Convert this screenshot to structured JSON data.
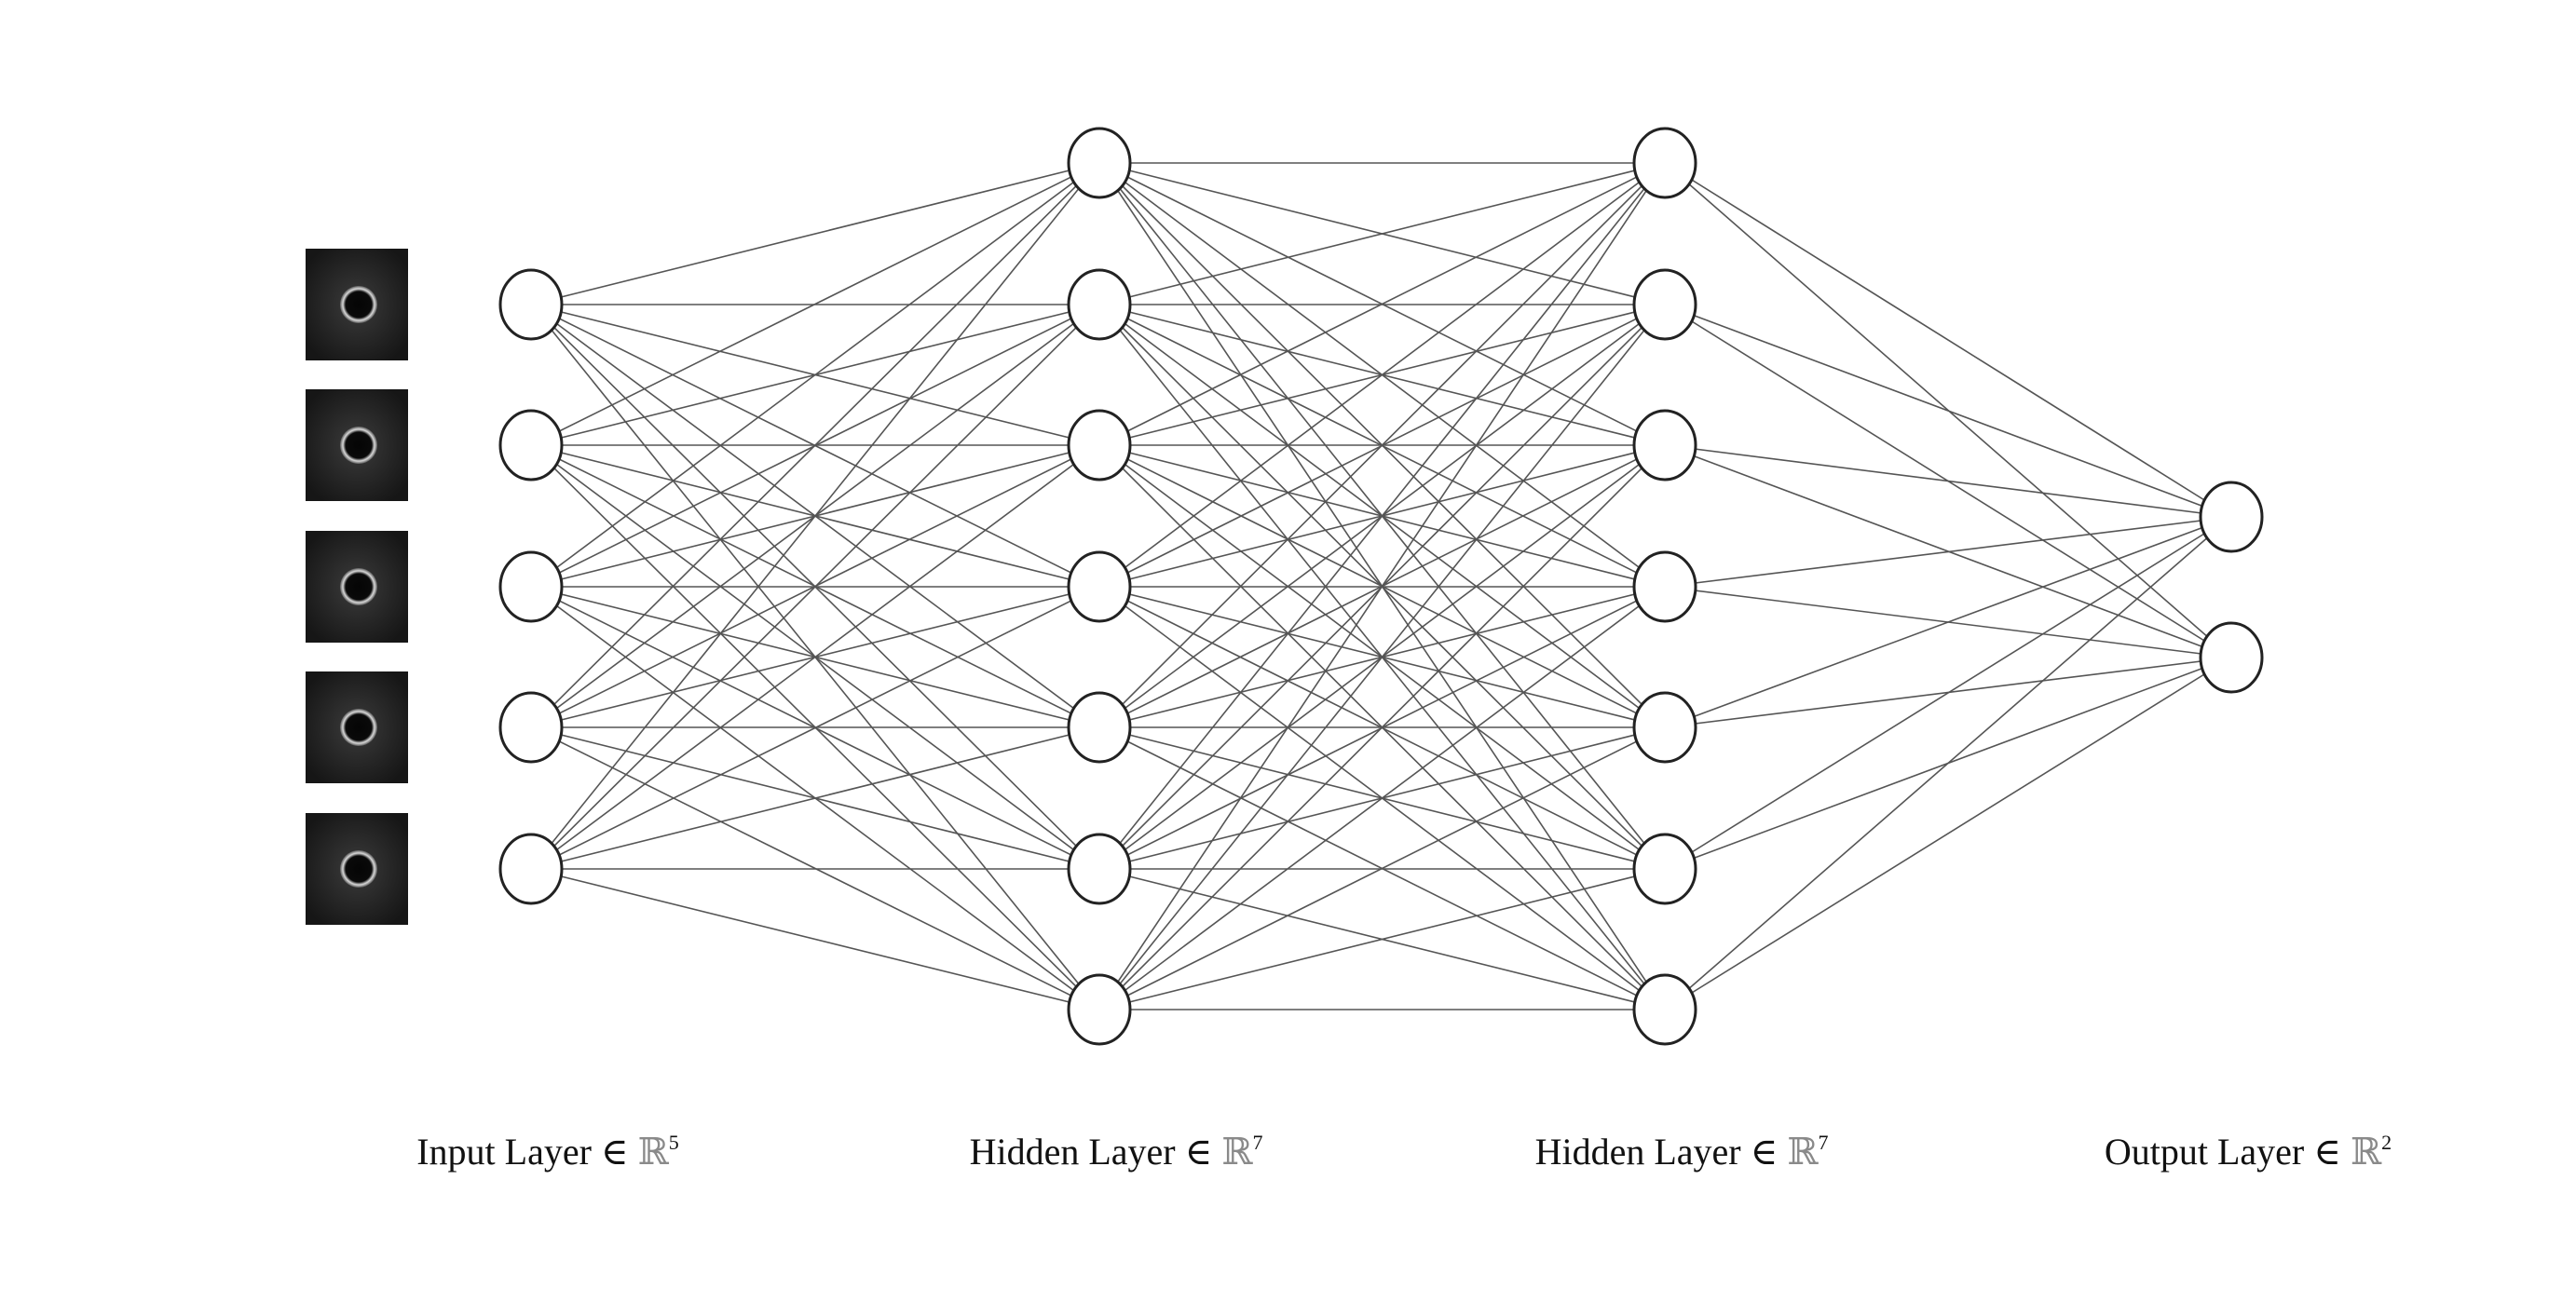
{
  "colors": {
    "background": "#ffffff",
    "edge": "#555555",
    "node_stroke": "#222222",
    "node_fill": "#ffffff",
    "thumbnail_bg": "#2a2a2a"
  },
  "network": {
    "layers": [
      {
        "name": "input",
        "label_prefix": "Input Layer ∈ ",
        "set_symbol": "ℝ",
        "dimension": "5",
        "node_count": 5
      },
      {
        "name": "hidden-1",
        "label_prefix": "Hidden Layer ∈ ",
        "set_symbol": "ℝ",
        "dimension": "7",
        "node_count": 7
      },
      {
        "name": "hidden-2",
        "label_prefix": "Hidden Layer ∈ ",
        "set_symbol": "ℝ",
        "dimension": "7",
        "node_count": 7
      },
      {
        "name": "output",
        "label_prefix": "Output Layer ∈ ",
        "set_symbol": "ℝ",
        "dimension": "2",
        "node_count": 2
      }
    ],
    "fully_connected": true,
    "input_images": {
      "count": 5,
      "description_icon": "ring-image-icon"
    }
  }
}
